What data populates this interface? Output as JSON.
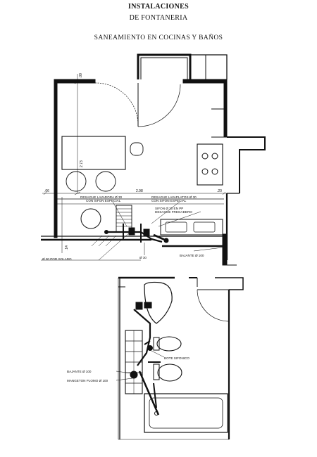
{
  "header": {
    "title": "INSTALACIONES",
    "subtitle": "DE FONTANERIA",
    "section": "SANEAMIENTO EN COCINAS Y BAÑOS"
  },
  "dimensions": {
    "d_090": ".09",
    "d_273": "2.73",
    "d_006": ".06",
    "d_298": "2.98",
    "d_020": ".20",
    "d_014": ".14"
  },
  "labels": {
    "desague_lavadora": "DESAGUE LAVADORA Ø 30",
    "con_sifon_especial_1": "CON SIFON ESPECIAL",
    "desague_lavaplatos": "DESAGUE LAVAPLATOS Ø 30",
    "con_sifon_especial_2": "CON SIFON ESPECIAL",
    "sifon_pp": "SIFON Ø 30 EN  PP",
    "desague_fregadero": "DESAGUE  FREGADERO",
    "bajante_kitchen": "BAJANTE  Ø  100",
    "d30_solado": "Ø 30   POR  SOLADO",
    "d30": "Ø 30",
    "bote_sifonico": "BOTE  SIFONICO",
    "bajante_bath": "BAJANTE  Ø 100",
    "mangueton": "MANGETON  PLOMO  Ø 100"
  }
}
